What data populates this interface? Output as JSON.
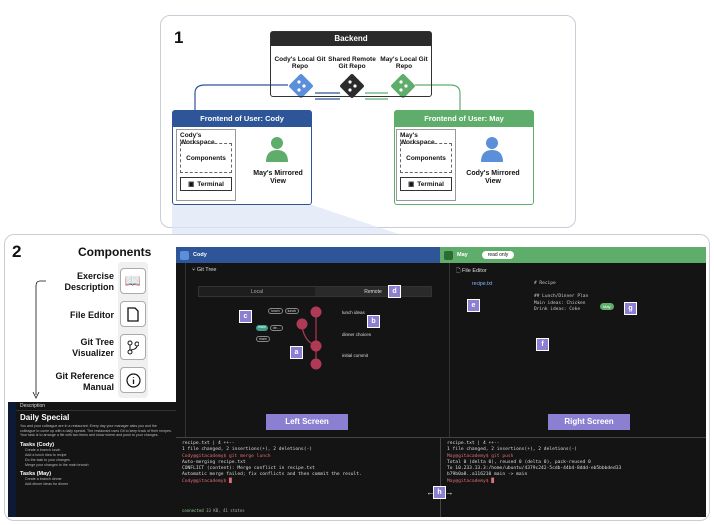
{
  "panel1": {
    "number": "1",
    "backend_title": "Backend",
    "repos": [
      "Cody's Local Git Repo",
      "Shared Remote Git Repo",
      "May's Local Git Repo"
    ],
    "cody": {
      "title": "Frontend of User: Cody",
      "workspace": "Cody's Workspace",
      "components": "Components",
      "terminal": "Terminal",
      "mirror": "May's Mirrored View",
      "color": "#2d5597"
    },
    "may": {
      "title": "Frontend of User: May",
      "workspace": "May's Workspace",
      "components": "Components",
      "terminal": "Terminal",
      "mirror": "Cody's Mirrored View",
      "color": "#5fad6a"
    }
  },
  "panel2": {
    "number": "2",
    "components_title": "Components",
    "components": [
      {
        "label": "Exercise Description",
        "icon": "book-icon"
      },
      {
        "label": "File Editor",
        "icon": "file-icon"
      },
      {
        "label": "Git Tree Visualizer",
        "icon": "git-branch-icon"
      },
      {
        "label": "Git Reference Manual",
        "icon": "info-icon"
      }
    ],
    "left_user": "Cody",
    "right_user": "May",
    "right_mode": "read only",
    "git_tree_title": "Git Tree",
    "tab_local": "Local",
    "tab_remote": "Remote",
    "branch_labels": [
      "lunch",
      "lunch",
      "main",
      "de...",
      "main"
    ],
    "commits": [
      "lunch ideas",
      "dinner choices",
      "initial commit"
    ],
    "file_editor_title": "File Editor",
    "file_name": "recipe.txt",
    "file_lines": [
      "# Recipe",
      "",
      "## Lunch/Dinner Plan",
      "Main ideas: Chicken",
      "Drink ideas: Coke"
    ],
    "may_tag": "May",
    "left_screen": "Left Screen",
    "right_screen": "Right Screen",
    "tags": [
      "a",
      "b",
      "c",
      "d",
      "e",
      "f",
      "g",
      "h"
    ],
    "description": {
      "header": "Description",
      "title": "Daily Special",
      "intro": "You and your colleague are in a restaurant. Every day your manager asks you and the colleague to come up with a daily special. The restaurant uses Git to keep track of their recipes. Your task is to arrange a file with two items and show where and push to your changes.",
      "h_cody": "Tasks (Cody)",
      "cody_items": [
        "Create a branch lunch",
        "Add a lunch idea to recipe",
        "Do the task to your changes",
        "Merge your changes to the main branch"
      ],
      "h_may": "Tasks (May)",
      "may_items": [
        "Create a branch dinner",
        "Add dinner ideas for dinner"
      ]
    },
    "terminal_left": [
      " recipe.txt | 4 ++--",
      " 1 file changed, 2 insertions(+), 2 deletions(-)",
      "Cody@gitacademy$ git merge lunch",
      "Auto-merging recipe.txt",
      "CONFLICT (content): Merge conflict in recipe.txt",
      "Automatic merge failed; fix conflicts and then commit the result.",
      "Cody@gitacademy$ █"
    ],
    "terminal_right": [
      " recipe.txt | 4 ++--",
      " 1 file changed, 2 insertions(+), 2 deletions(-)",
      "May@gitacademy$ git push",
      "Total 0 (delta 0), reused 0 (delta 0), pack-reused 0",
      "To 10.233.13.3:/home/ubuntu/4379c242-5cdb-44b4-8ddd-eb5bbbded33",
      "   b79b0a8..a116210  main -> main",
      "May@gitacademy$ █"
    ],
    "status_connected": "connected",
    "status_size": "33 KB, 41 states"
  }
}
